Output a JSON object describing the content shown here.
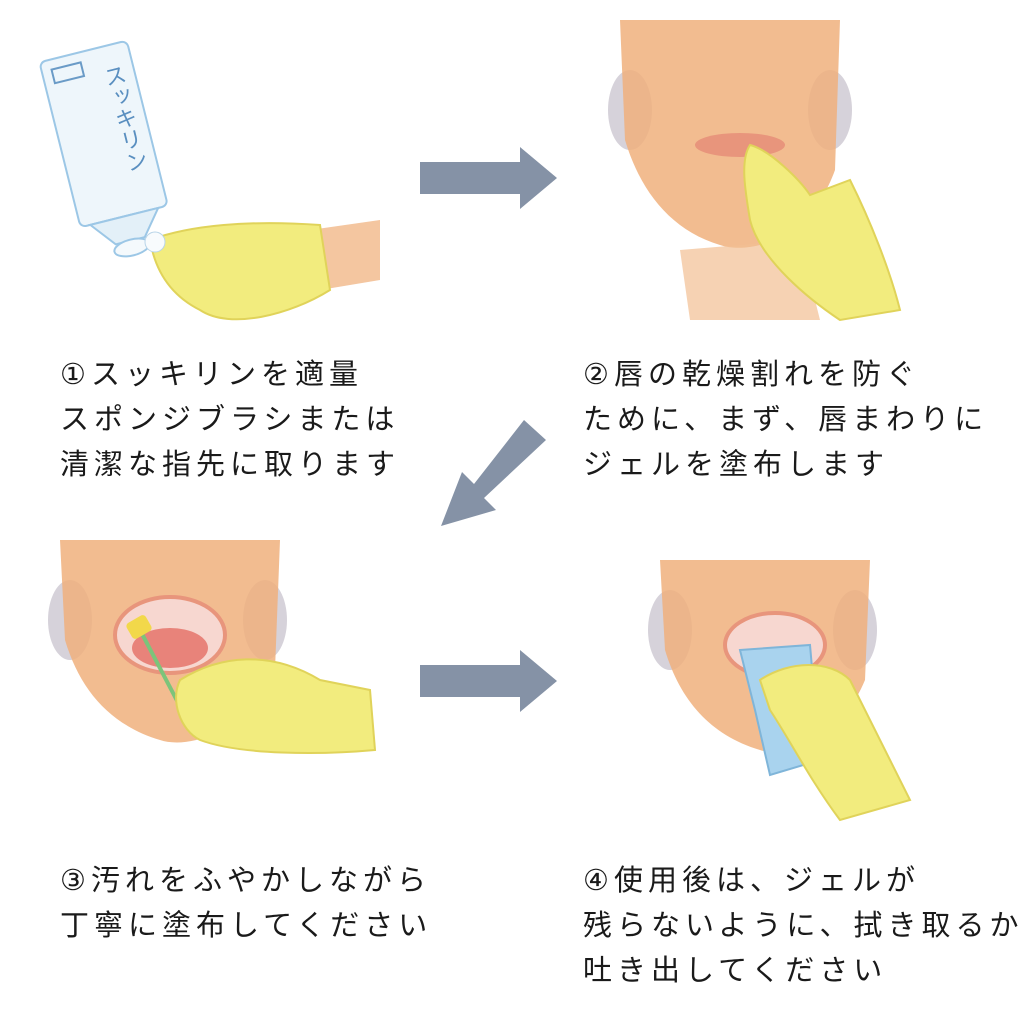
{
  "steps": [
    {
      "number": "①",
      "lines": [
        "スッキリンを適量",
        "スポンジブラシまたは",
        "清潔な指先に取ります"
      ],
      "illustration": "gel-tube-onto-gloved-finger",
      "tube_label": "スッキリン"
    },
    {
      "number": "②",
      "lines": [
        "唇の乾燥割れを防ぐ",
        "ために、まず、唇まわりに",
        "ジェルを塗布します"
      ],
      "illustration": "finger-applying-gel-to-lips"
    },
    {
      "number": "③",
      "lines": [
        "汚れをふやかしながら",
        "丁寧に塗布してください"
      ],
      "illustration": "sponge-brush-in-mouth"
    },
    {
      "number": "④",
      "lines": [
        "使用後は、ジェルが",
        "残らないように、拭き取るか",
        "吐き出してください"
      ],
      "illustration": "wiping-mouth-with-cloth"
    }
  ],
  "colors": {
    "arrow": "#8592a6",
    "glove": "#f2ec7e",
    "skin": "#f0b07c",
    "text": "#1a1a1a"
  }
}
